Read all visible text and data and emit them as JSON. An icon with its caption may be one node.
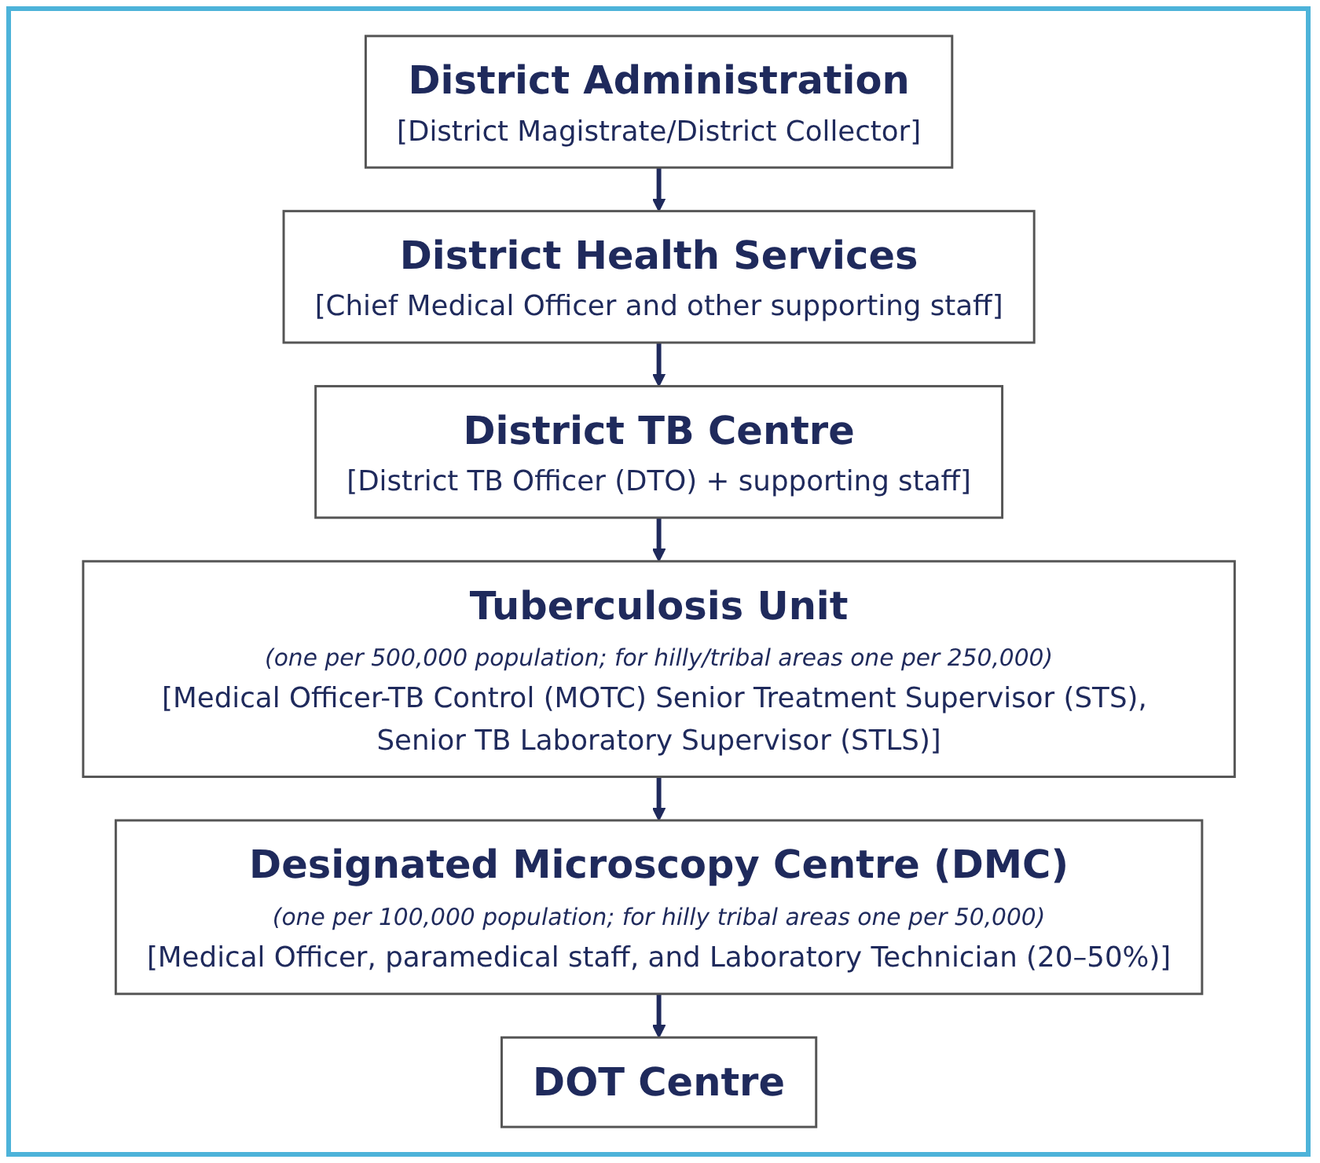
{
  "diagram": {
    "nodes": [
      {
        "text": [
          "District Administration",
          "[District Magistrate/District Collector]"
        ]
      },
      {
        "text": [
          "District Health Services",
          "[Chief Medical Officer and other supporting staff]"
        ]
      },
      {
        "text": [
          "District TB Centre",
          "[District TB Officer (DTO) + supporting staff]"
        ]
      },
      {
        "text": [
          "Tuberculosis Unit",
          "(one per 500,000 population; for hilly/tribal areas one per 250,000)",
          "[Medical Officer-TB Control (MOTC) Senior Treatment Supervisor (STS), Senior TB Laboratory Supervisor (STLS)]"
        ]
      },
      {
        "text": [
          "Designated Microscopy Centre (DMC)",
          "(one per 100,000 population; for hilly tribal areas one per 50,000)",
          "[Medical Officer, paramedical staff, and Laboratory Technician (20–50%)]"
        ]
      },
      {
        "text": [
          "DOT Centre"
        ]
      }
    ],
    "edges": [
      {
        "from": 0,
        "to": 1,
        "arrow": "to"
      },
      {
        "from": 1,
        "to": 2,
        "arrow": "to"
      },
      {
        "from": 2,
        "to": 3,
        "arrow": "to"
      },
      {
        "from": 3,
        "to": 4,
        "arrow": "to"
      },
      {
        "from": 4,
        "to": 5,
        "arrow": "to"
      }
    ]
  }
}
